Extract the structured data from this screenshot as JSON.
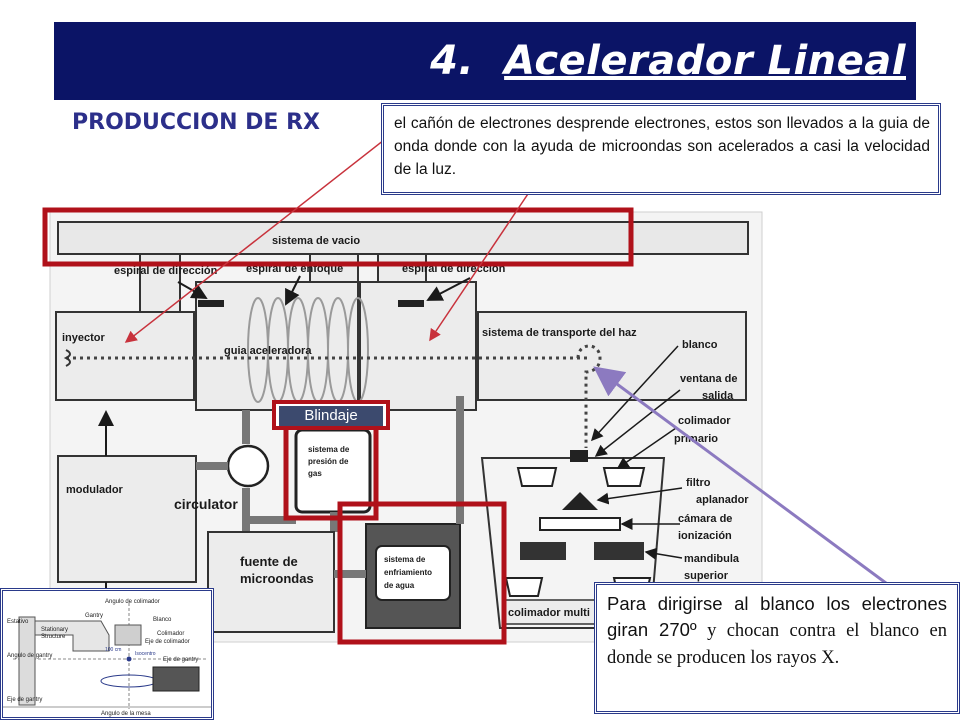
{
  "header": {
    "number": "4.",
    "title": "Acelerador Lineal"
  },
  "subtitle": "PRODUCCION DE RX",
  "top_note": "el cañón de electrones desprende electrones, estos son llevados a la guia de onda donde con la ayuda de microondas son acelerados a casi la velocidad de la luz.",
  "bottom_note": {
    "sans_part": "Para dirigirse al blanco los electrones giran 270º",
    "serif_part": " y chocan contra el blanco en donde se producen los rayos X."
  },
  "shield_label": "Blindaje",
  "diagram_labels": {
    "vacuum": "sistema de vacio",
    "steer_left": "espiral de dirección",
    "focus": "espiral de enfoque",
    "steer_right": "espiral de dirección",
    "injector": "inyector",
    "guide": "guia aceleradora",
    "transport": "sistema de transporte del haz",
    "target": "blanco",
    "window_1": "ventana de",
    "window_2": "salida",
    "collimator_1": "colimador",
    "collimator_2": "primario",
    "filter_1": "filtro",
    "filter_2": "aplanador",
    "chamber_1": "cámara de",
    "chamber_2": "ionización",
    "jaw_1": "mandibula",
    "jaw_2": "superior",
    "modulator": "modulador",
    "circulator": "circulator",
    "pressure_1": "sistema de",
    "pressure_2": "presión de",
    "pressure_3": "gas",
    "microwave_1": "fuente de",
    "microwave_2": "microondas",
    "cooling_1": "sistema de",
    "cooling_2": "enfriamiento",
    "cooling_3": "de agua",
    "multileaf": "colimador multi"
  },
  "inset_labels": {
    "collimator_angle": "Angulo de colimador",
    "stand": "Estativo",
    "gantry": "Gantry",
    "stationary_1": "Stationary",
    "stationary_2": "Structure",
    "target": "Blanco",
    "collimator": "Colimador",
    "collimator_axis": "Eje de colimador",
    "gantry_angle": "Angulo de gantry",
    "distance": "100 cm",
    "isocenter": "Isocentro",
    "gantry_axis": "Eje de gantry",
    "gantry_axis_2": "Eje de gantry",
    "table_angle": "Angulo de la mesa"
  },
  "colors": {
    "title_bg": "#0b1466",
    "highlight_red": "#b0111a",
    "arrow_red": "#c8323c",
    "arrow_purple": "#8c7ac0",
    "note_border": "#2a3a8a"
  }
}
